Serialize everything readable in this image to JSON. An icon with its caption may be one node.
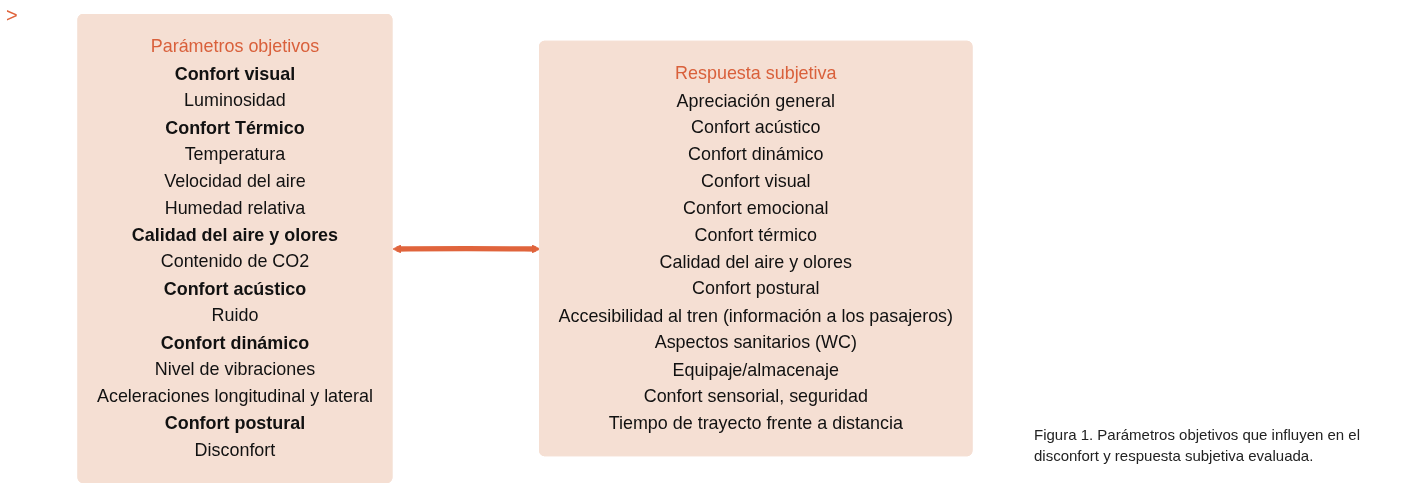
{
  "diagram": {
    "caption": "Figura 1. Parámetros objetivos que influyen en el disconfort y respuesta subjetiva evaluada.",
    "nodes": [
      {
        "text": [
          "Parámetros objetivos",
          "Confort visual",
          "Luminosidad",
          "Confort Térmico",
          "Temperatura",
          "Velocidad del aire",
          "Humedad relativa",
          "Calidad del aire y olores",
          "Contenido de CO2",
          "Confort acústico",
          "Ruido",
          "Confort dinámico",
          "Nivel de vibraciones",
          "Aceleraciones longitudinal y lateral",
          "Confort postural",
          "Disconfort"
        ]
      },
      {
        "text": [
          "Respuesta subjetiva",
          "Apreciación general",
          "Confort acústico",
          "Confort dinámico",
          "Confort visual",
          "Confort emocional",
          "Confort térmico",
          "Calidad del aire y olores",
          "Confort postural",
          "Accesibilidad al tren (información a los pasajeros)",
          "Aspectos sanitarios (WC)",
          "Equipaje/almacenaje",
          "Confort sensorial, seguridad",
          "Tiempo de trayecto frente a distancia"
        ]
      }
    ],
    "edges": [
      {
        "from": 0,
        "to": 1,
        "arrow": "both"
      }
    ],
    "labels": [
      ">"
    ]
  }
}
